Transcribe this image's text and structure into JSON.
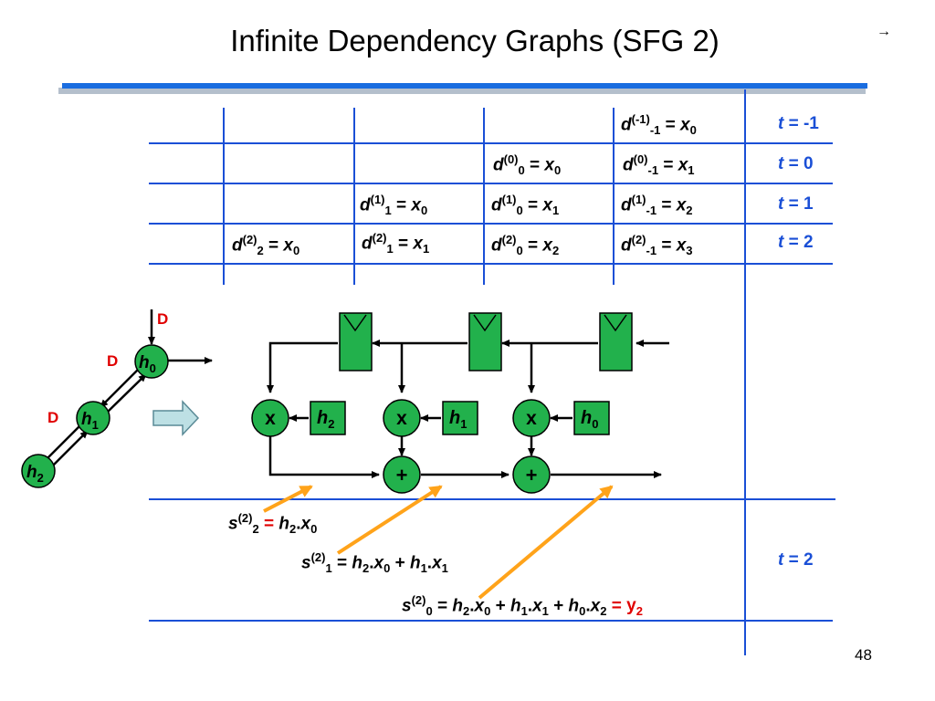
{
  "title": "Infinite Dependency Graphs (SFG 2)",
  "nav_arrow": "→",
  "slide_number": "48",
  "colors": {
    "grid_blue": "#1a4fd6",
    "title_bar": "#1a6de0",
    "node_green": "#22b14c",
    "arrow_orange": "#ffa31a",
    "delay_red": "#e00000"
  },
  "table": {
    "t_labels": [
      "-1",
      "0",
      "1",
      "2"
    ],
    "t_prefix": "t",
    "rows": [
      {
        "cells": [
          {
            "d": "d",
            "sup": "(-1)",
            "sub": "-1",
            "x": "x",
            "xsub": "0"
          }
        ]
      },
      {
        "cells": [
          {
            "d": "d",
            "sup": "(0)",
            "sub": "0",
            "x": "x",
            "xsub": "0"
          },
          {
            "d": "d",
            "sup": "(0)",
            "sub": "-1",
            "x": "x",
            "xsub": "1"
          }
        ]
      },
      {
        "cells": [
          {
            "d": "d",
            "sup": "(1)",
            "sub": "1",
            "x": "x",
            "xsub": "0"
          },
          {
            "d": "d",
            "sup": "(1)",
            "sub": "0",
            "x": "x",
            "xsub": "1"
          },
          {
            "d": "d",
            "sup": "(1)",
            "sub": "-1",
            "x": "x",
            "xsub": "2"
          }
        ]
      },
      {
        "cells": [
          {
            "d": "d",
            "sup": "(2)",
            "sub": "2",
            "x": "x",
            "xsub": "0"
          },
          {
            "d": "d",
            "sup": "(2)",
            "sub": "1",
            "x": "x",
            "xsub": "1"
          },
          {
            "d": "d",
            "sup": "(2)",
            "sub": "0",
            "x": "x",
            "xsub": "2"
          },
          {
            "d": "d",
            "sup": "(2)",
            "sub": "-1",
            "x": "x",
            "xsub": "3"
          }
        ]
      }
    ]
  },
  "small_graph": {
    "delay_label": "D",
    "nodes": [
      {
        "base": "h",
        "sub": "0"
      },
      {
        "base": "h",
        "sub": "1"
      },
      {
        "base": "h",
        "sub": "2"
      }
    ]
  },
  "sfg": {
    "multiplier": "x",
    "adder": "+",
    "coeffs": [
      {
        "base": "h",
        "sub": "2"
      },
      {
        "base": "h",
        "sub": "1"
      },
      {
        "base": "h",
        "sub": "0"
      }
    ]
  },
  "equations": {
    "t_label": "2",
    "lines": [
      "s(2)2 = h2.x0",
      "s(2)1 = h2.x0 + h1.x1",
      "s(2)0 = h2.x0 + h1.x1 + h0.x2 = y2"
    ],
    "result": "y2"
  }
}
